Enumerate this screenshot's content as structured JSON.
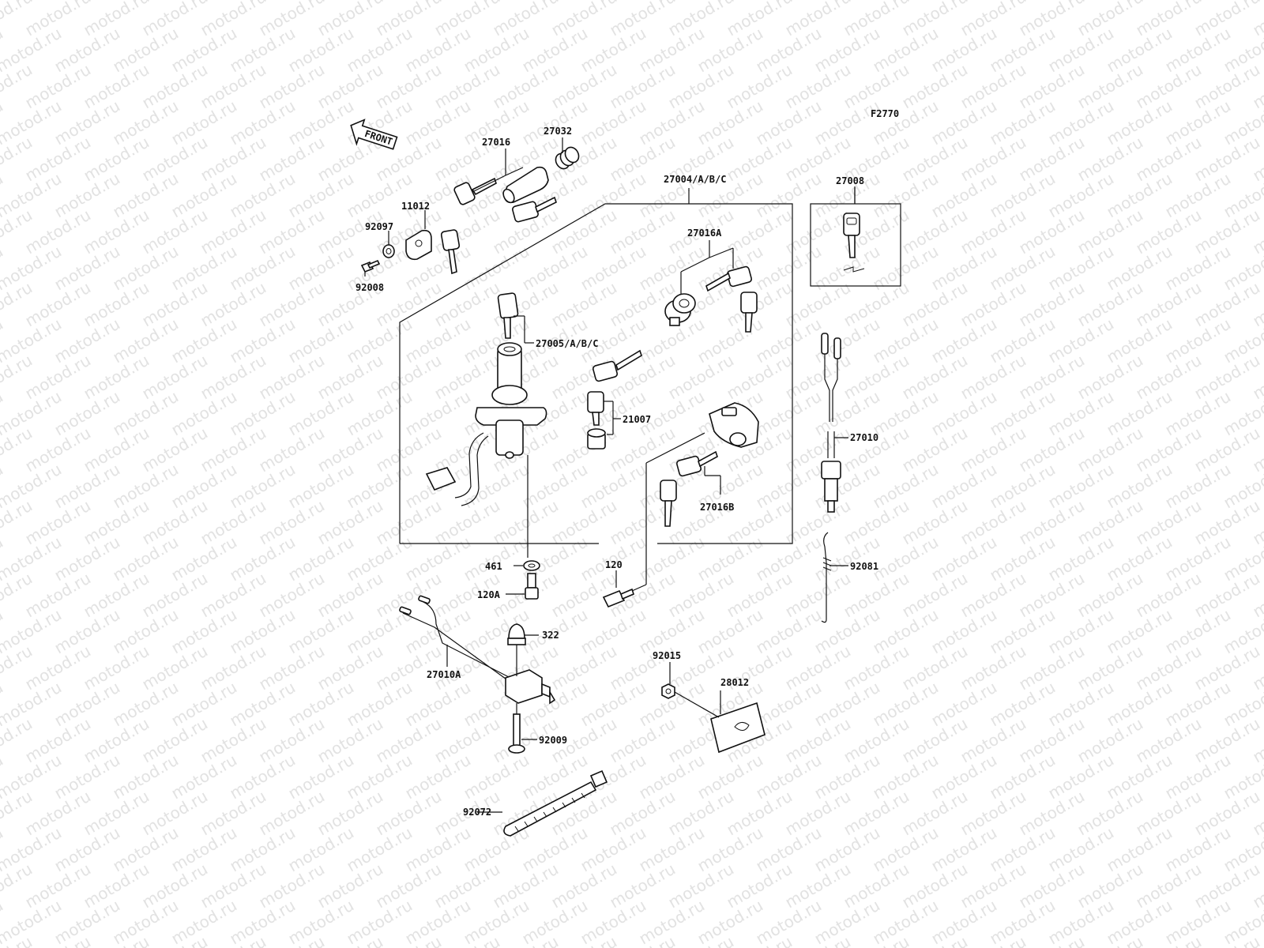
{
  "watermark": "motod.ru",
  "figure_code": "F2770",
  "front_label": "FRONT",
  "parts": {
    "p27016": "27016",
    "p27032": "27032",
    "p11012": "11012",
    "p92097": "92097",
    "p92008": "92008",
    "p27004": "27004/A/B/C",
    "p27016A": "27016A",
    "p27005": "27005/A/B/C",
    "p21007": "21007",
    "p27016B": "27016B",
    "p27008": "27008",
    "p27010": "27010",
    "p92081": "92081",
    "p461": "461",
    "p120A": "120A",
    "p120": "120",
    "p322": "322",
    "p27010A": "27010A",
    "p92009": "92009",
    "p92015": "92015",
    "p28012": "28012",
    "p92072": "92072"
  }
}
